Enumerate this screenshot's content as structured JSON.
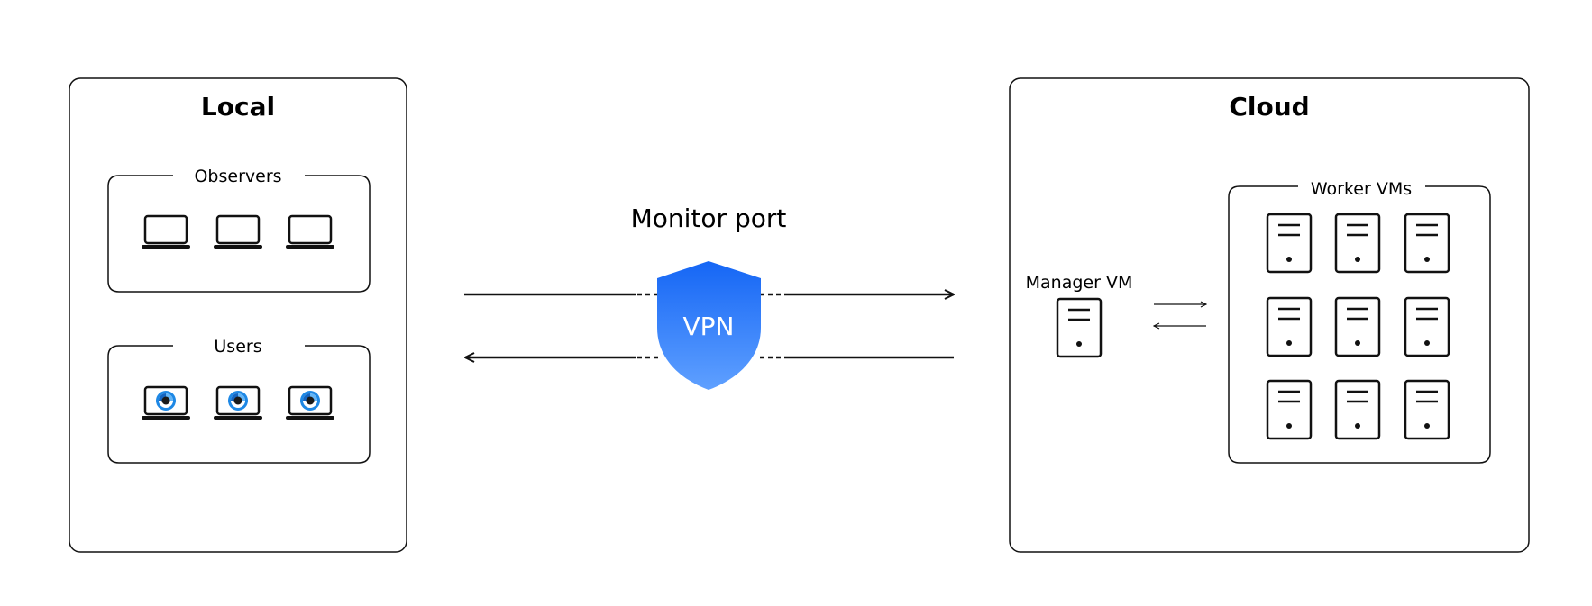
{
  "local": {
    "title": "Local",
    "observers_label": "Observers",
    "users_label": "Users",
    "observer_icons": [
      "laptop-icon",
      "laptop-icon",
      "laptop-icon"
    ],
    "user_icons": [
      "laptop-app-icon",
      "laptop-app-icon",
      "laptop-app-icon"
    ]
  },
  "connection": {
    "caption": "Monitor port",
    "vpn_label": "VPN",
    "colors": {
      "shield_top": "#1566f5",
      "shield_bottom": "#5fa0ff"
    }
  },
  "cloud": {
    "title": "Cloud",
    "manager_label": "Manager VM",
    "workers_label": "Worker VMs",
    "worker_rows": 3,
    "worker_cols": 3
  },
  "colors": {
    "app_logo": "#1e88e5",
    "stroke": "#111111"
  }
}
